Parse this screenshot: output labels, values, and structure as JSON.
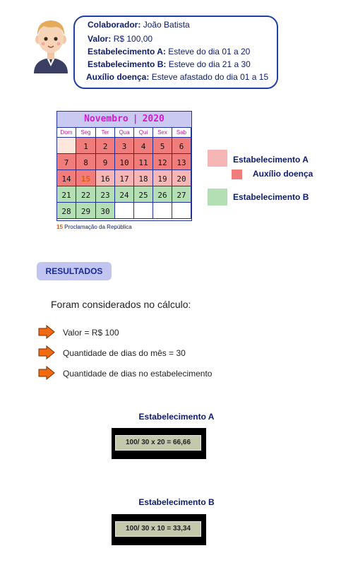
{
  "info": {
    "colaborador_label": "Colaborador:",
    "colaborador_value": "João Batista",
    "valor_label": "Valor:",
    "valor_value": "R$ 100,00",
    "estab_a_label": "Estabelecimento A:",
    "estab_a_value": "Esteve do dia 01 a 20",
    "estab_b_label": "Estabelecimento B:",
    "estab_b_value": "Esteve do dia 21 a 30",
    "auxilio_label": "Auxílio doença:",
    "auxilio_value": "Esteve afastado do dia 01 a 15"
  },
  "calendar": {
    "month": "Novembro",
    "separator": "|",
    "year": "2020",
    "weekdays": [
      "Dom",
      "Seg",
      "Ter",
      "Qua",
      "Qui",
      "Sex",
      "Sab"
    ],
    "weeks": [
      [
        "",
        "1",
        "2",
        "3",
        "4",
        "5",
        "6"
      ],
      [
        "7",
        "8",
        "9",
        "10",
        "11",
        "12",
        "13"
      ],
      [
        "14",
        "15",
        "16",
        "17",
        "18",
        "19",
        "20"
      ],
      [
        "21",
        "22",
        "23",
        "24",
        "25",
        "26",
        "27"
      ],
      [
        "28",
        "29",
        "30",
        "",
        "",
        "",
        ""
      ]
    ],
    "holiday_number": "15",
    "holiday_text": "Proclamação da República"
  },
  "legend": {
    "estab_a": "Estabelecimento A",
    "auxilio": "Auxílio doença",
    "estab_b": "Estabelecimento B"
  },
  "colors": {
    "auxilio": "#f07c7c",
    "estab_a": "#f6b6b6",
    "estab_b": "#b4dfb4",
    "accent": "#1f3ea8",
    "arrow": "#f26a10"
  },
  "results": {
    "badge": "RESULTADOS",
    "intro": "Foram considerados no cálculo:",
    "bullets": [
      "Valor = R$ 100",
      "Quantidade de dias do mês = 30",
      "Quantidade de dias no estabelecimento"
    ]
  },
  "calc": {
    "a_title": "Estabelecimento A",
    "a_formula": "100/ 30 x 20 = 66,66",
    "b_title": "Estabelecimento B",
    "b_formula": "100/ 30 x 10 = 33,34"
  }
}
